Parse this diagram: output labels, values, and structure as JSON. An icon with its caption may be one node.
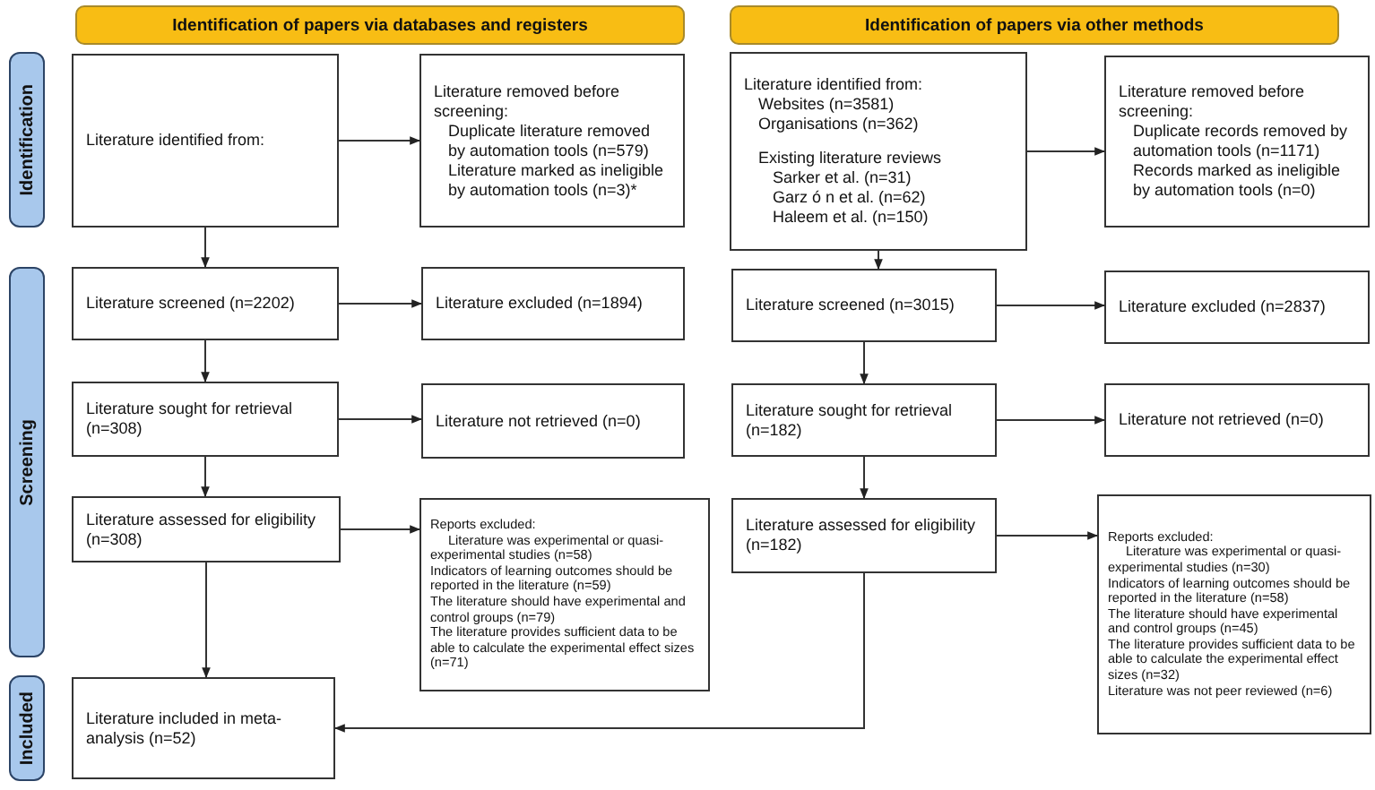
{
  "diagram": {
    "nodes": [
      {
        "text": [
          "Identification of papers via databases and registers"
        ]
      },
      {
        "text": [
          "Identification of papers via other methods"
        ]
      },
      {
        "text": [
          "Identification"
        ]
      },
      {
        "text": [
          "Screening"
        ]
      },
      {
        "text": [
          "Included"
        ]
      },
      {
        "text": [
          "Literature identified from:"
        ]
      },
      {
        "text": [
          "Literature removed before screening:",
          "Duplicate literature removed by automation tools (n=579)",
          "Literature marked as ineligible by automation tools (n=3)*"
        ]
      },
      {
        "text": [
          "Literature identified from:",
          "Websites (n=3581)",
          "Organisations (n=362)",
          "Existing literature reviews",
          "Sarker et al. (n=31)",
          "Garz ó n et al. (n=62)",
          "Haleem et al. (n=150)"
        ]
      },
      {
        "text": [
          "Literature removed before screening:",
          "Duplicate records removed by automation tools (n=1171)",
          "Records marked as ineligible by automation tools (n=0)"
        ]
      },
      {
        "text": [
          "Literature screened (n=2202)"
        ]
      },
      {
        "text": [
          "Literature excluded (n=1894)"
        ]
      },
      {
        "text": [
          "Literature screened (n=3015)"
        ]
      },
      {
        "text": [
          "Literature excluded (n=2837)"
        ]
      },
      {
        "text": [
          "Literature sought for retrieval (n=308)"
        ]
      },
      {
        "text": [
          "Literature not retrieved (n=0)"
        ]
      },
      {
        "text": [
          "Literature sought for retrieval (n=182)"
        ]
      },
      {
        "text": [
          "Literature not retrieved (n=0)"
        ]
      },
      {
        "text": [
          "Literature assessed for eligibility (n=308)"
        ]
      },
      {
        "text": [
          "Reports excluded:",
          "Literature was experimental or quasi-experimental studies (n=58)",
          "Indicators of learning outcomes should be reported in the literature (n=59)",
          "The literature should have experimental and control groups (n=79)",
          "The literature provides sufficient data to be able to calculate the experimental effect sizes (n=71)"
        ]
      },
      {
        "text": [
          "Literature assessed for eligibility (n=182)"
        ]
      },
      {
        "text": [
          "Reports excluded:",
          "Literature was experimental or quasi-experimental studies (n=30)",
          "Indicators of learning outcomes should be reported in the literature (n=58)",
          "The literature should have experimental and control groups (n=45)",
          "The literature provides sufficient data to be able to calculate the experimental effect sizes (n=32)",
          "Literature was not peer reviewed (n=6)"
        ]
      },
      {
        "text": [
          "Literature included in meta-analysis (n=52)"
        ]
      }
    ],
    "edges": [
      {
        "from": 5,
        "to": 6,
        "arrow": "to"
      },
      {
        "from": 5,
        "to": 9,
        "arrow": "to"
      },
      {
        "from": 7,
        "to": 8,
        "arrow": "to"
      },
      {
        "from": 7,
        "to": 11,
        "arrow": "to"
      },
      {
        "from": 9,
        "to": 10,
        "arrow": "to"
      },
      {
        "from": 9,
        "to": 13,
        "arrow": "to"
      },
      {
        "from": 11,
        "to": 12,
        "arrow": "to"
      },
      {
        "from": 11,
        "to": 15,
        "arrow": "to"
      },
      {
        "from": 13,
        "to": 14,
        "arrow": "to"
      },
      {
        "from": 13,
        "to": 17,
        "arrow": "to"
      },
      {
        "from": 15,
        "to": 16,
        "arrow": "to"
      },
      {
        "from": 15,
        "to": 19,
        "arrow": "to"
      },
      {
        "from": 17,
        "to": 18,
        "arrow": "to"
      },
      {
        "from": 17,
        "to": 21,
        "arrow": "to"
      },
      {
        "from": 19,
        "to": 20,
        "arrow": "to"
      },
      {
        "from": 19,
        "to": 21,
        "arrow": "to"
      }
    ]
  }
}
